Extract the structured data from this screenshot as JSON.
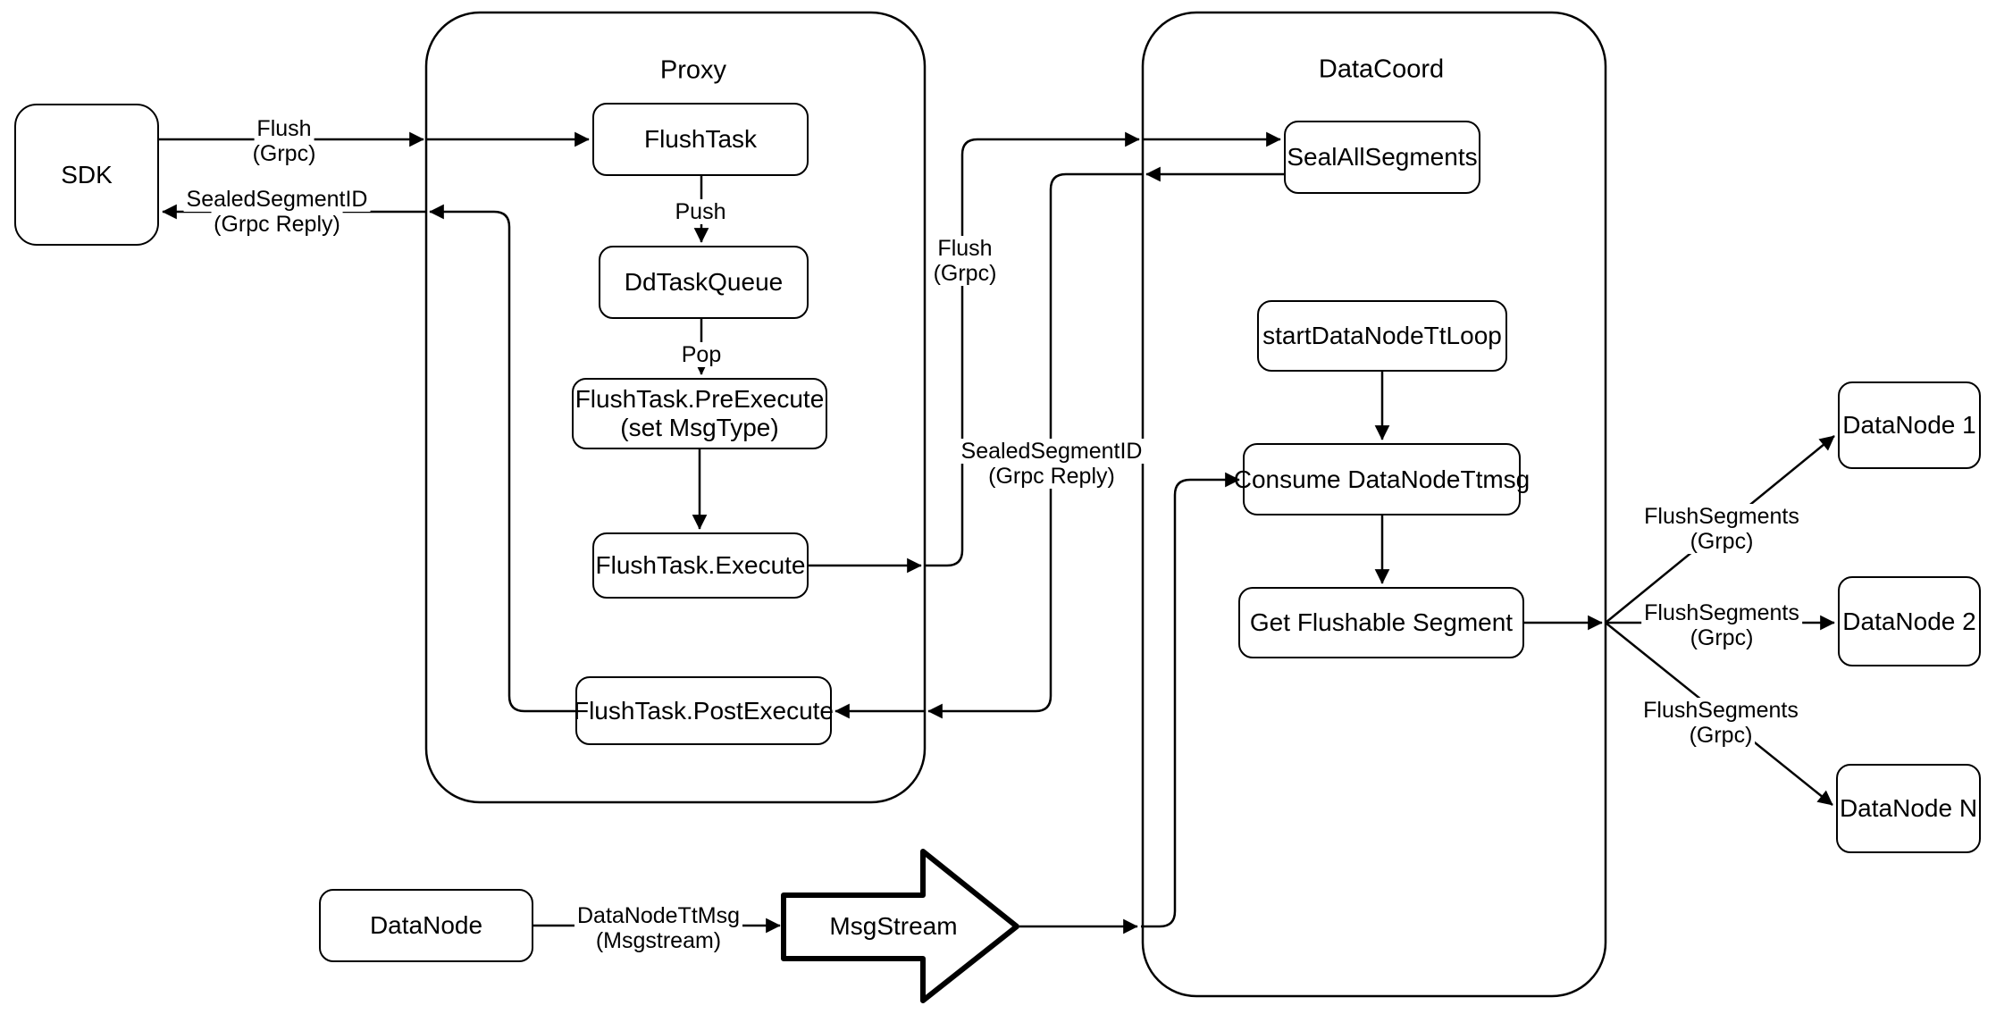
{
  "diagram": {
    "colors": {
      "line": "#000000",
      "background": "#ffffff"
    },
    "containers": {
      "proxy": {
        "title": "Proxy"
      },
      "datacoord": {
        "title": "DataCoord"
      }
    },
    "nodes": {
      "sdk": "SDK",
      "flush_task": "FlushTask",
      "dd_task_queue": "DdTaskQueue",
      "pre_execute": {
        "line1": "FlushTask.PreExecute",
        "line2": "(set MsgType)"
      },
      "execute": "FlushTask.Execute",
      "post_execute": "FlushTask.PostExecute",
      "seal_all_segments": "SealAllSegments",
      "start_datanode_tt_loop": "startDataNodeTtLoop",
      "consume_datanode_ttmsg": "Consume DataNodeTtmsg",
      "get_flushable_segment": "Get Flushable Segment",
      "datanode_1": "DataNode 1",
      "datanode_2": "DataNode 2",
      "datanode_n": "DataNode N",
      "datanode": "DataNode",
      "msgstream": "MsgStream"
    },
    "edge_labels": {
      "flush_sdk": {
        "line1": "Flush",
        "line2": "(Grpc)"
      },
      "sealed_sdk": {
        "line1": "SealedSegmentID",
        "line2": "(Grpc Reply)"
      },
      "push": "Push",
      "pop": "Pop",
      "flush_grpc": {
        "line1": "Flush",
        "line2": "(Grpc)"
      },
      "sealed_reply": {
        "line1": "SealedSegmentID",
        "line2": "(Grpc Reply)"
      },
      "flush_segments_1": {
        "line1": "FlushSegments",
        "line2": "(Grpc)"
      },
      "flush_segments_2": {
        "line1": "FlushSegments",
        "line2": "(Grpc)"
      },
      "flush_segments_3": {
        "line1": "FlushSegments",
        "line2": "(Grpc)"
      },
      "datanode_ttmsg": {
        "line1": "DataNodeTtMsg",
        "line2": "(Msgstream)"
      }
    }
  }
}
